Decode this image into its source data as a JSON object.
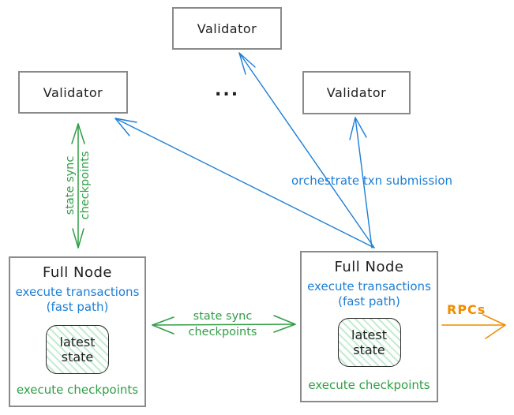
{
  "colors": {
    "blue": "#1c7ed6",
    "green": "#2f9e44",
    "orange": "#f08c00",
    "box_border": "#8a8a8a",
    "ink": "#1e1e1e",
    "state_hatch_green": "#7bd696"
  },
  "validators": {
    "top": {
      "label": "Validator"
    },
    "left": {
      "label": "Validator"
    },
    "right": {
      "label": "Validator"
    },
    "ellipsis": "..."
  },
  "full_node_left": {
    "title": "Full Node",
    "exec_txn": "execute transactions",
    "fast_path": "(fast path)",
    "state_line1": "latest",
    "state_line2": "state",
    "exec_ckpt": "execute checkpoints"
  },
  "full_node_right": {
    "title": "Full Node",
    "exec_txn": "execute transactions",
    "fast_path": "(fast path)",
    "state_line1": "latest",
    "state_line2": "state",
    "exec_ckpt": "execute checkpoints"
  },
  "arrow_labels": {
    "vertical_state_sync_line1": "state sync",
    "vertical_state_sync_line2": "checkpoints",
    "horizontal_state_sync_line1": "state sync",
    "horizontal_state_sync_line2": "checkpoints",
    "orchestrate": "orchestrate txn submission",
    "rpcs": "RPCs"
  }
}
